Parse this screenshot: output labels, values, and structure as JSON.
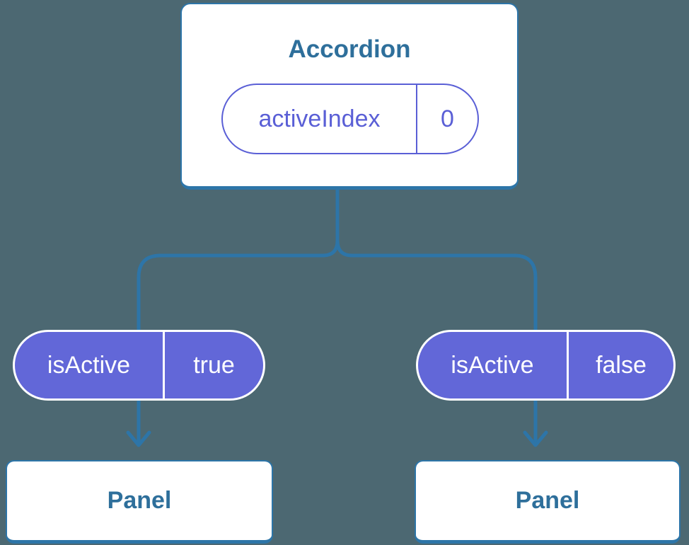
{
  "colors": {
    "background": "#4c6872",
    "connector_line": "#2d75a8",
    "card_background": "#ffffff",
    "card_border": "#2d75a8",
    "card_text": "#2e6f9b",
    "state_pill_outline": "#5a5fd6",
    "state_pill_text": "#5a5fd6",
    "prop_pill_fill": "#6267d8",
    "prop_pill_text": "#ffffff"
  },
  "diagram": {
    "root": {
      "title": "Accordion",
      "state": {
        "name": "activeIndex",
        "value": "0"
      }
    },
    "children": [
      {
        "prop_name": "isActive",
        "prop_value": "true",
        "title": "Panel"
      },
      {
        "prop_name": "isActive",
        "prop_value": "false",
        "title": "Panel"
      }
    ]
  }
}
